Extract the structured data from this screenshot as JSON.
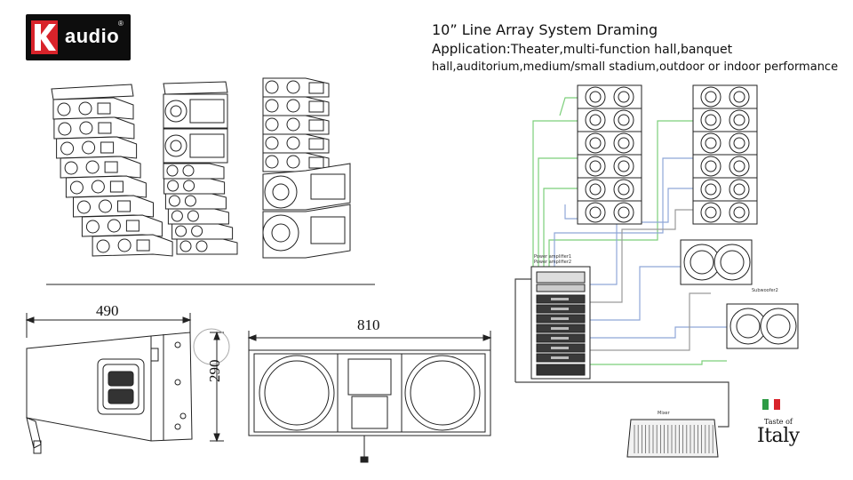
{
  "logo": {
    "brand_text": "audio",
    "mark": "K",
    "registered": "®"
  },
  "header": {
    "title": "10” Line Array System Draming",
    "application_label": "Application:",
    "application_line1": "Theater,multi-function hall,banquet",
    "application_line2": "hall,auditorium,medium/small stadium,outdoor or indoor performance"
  },
  "dimensions": {
    "width_top": "490",
    "width_front": "810",
    "height_side": "290"
  },
  "wiring_labels": {
    "amplifier_1": "Power amplifier1",
    "amplifier_2": "Power amplifier2",
    "subwoofer": "Subwoofer2",
    "mixer": "Mixer"
  },
  "badge": {
    "small_text": "Taste of",
    "big_text": "Italy"
  },
  "colors": {
    "line_green": "#7ccf7a",
    "line_blue": "#8fa6d8",
    "line_gray": "#9a9a9a",
    "flag_green": "#2e9b45",
    "flag_red": "#d8232a"
  }
}
